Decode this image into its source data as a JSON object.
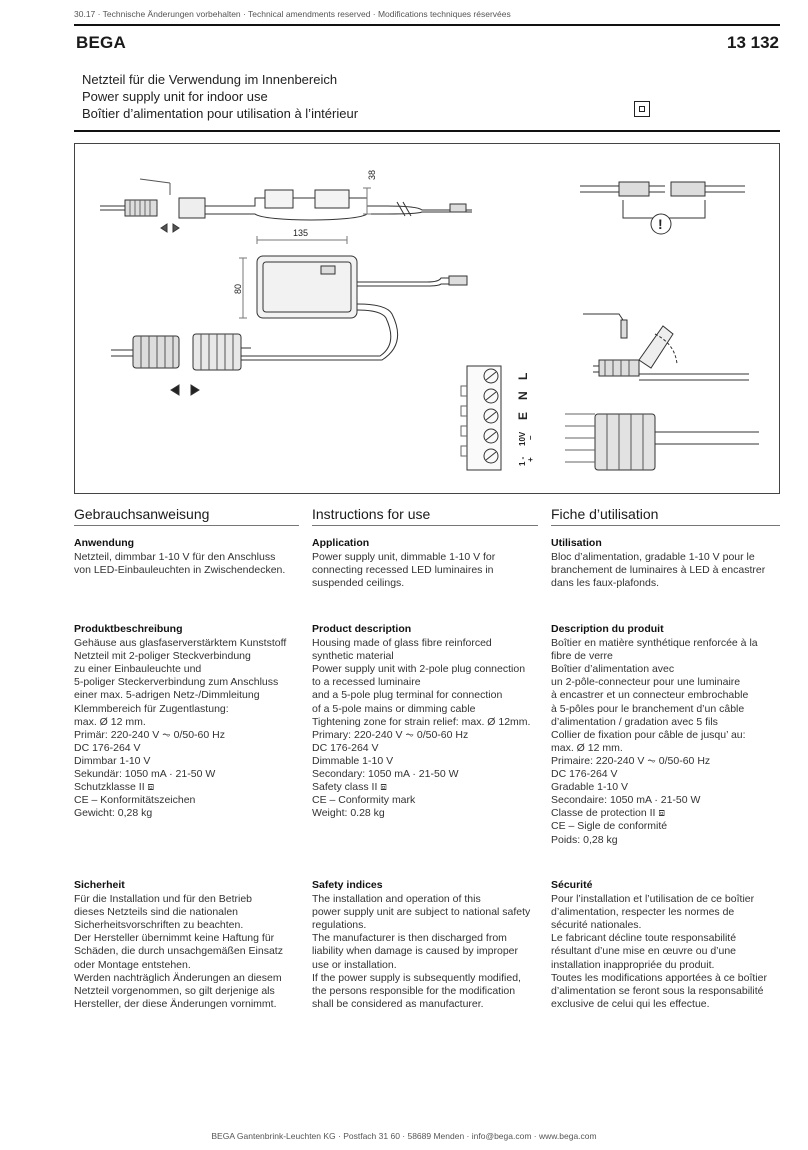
{
  "top_note": "30.17 · Technische Änderungen vorbehalten · Technical amendments reserved · Modifications techniques réservées",
  "header": {
    "brand": "BEGA",
    "article_number": "13 132",
    "titles": [
      "Netzteil für die Verwendung im Innenbereich",
      "Power supply unit for indoor use",
      "Boîtier d’alimentation pour utilisation à l’intérieur"
    ]
  },
  "figure": {
    "dim_height_top": "38",
    "dim_length": "135",
    "dim_width": "80",
    "warning_symbol": "!",
    "terminal_labels": [
      "L",
      "N",
      "E",
      "10V",
      "1 -",
      "–",
      "+"
    ]
  },
  "columns": [
    {
      "heading": "Gebrauchsanweisung",
      "sections": [
        {
          "title": "Anwendung",
          "text": "Netzteil, dimmbar 1-10 V für den Anschluss\nvon LED-Einbauleuchten in Zwischendecken."
        },
        {
          "title": "Produktbeschreibung",
          "text": "Gehäuse aus glasfaserverstärktem Kunststoff\nNetzteil mit 2-poliger Steckverbindung\nzu einer Einbauleuchte und\n5-poliger Steckerverbindung zum Anschluss\neiner max. 5-adrigen Netz-/Dimmleitung\nKlemmbereich für Zugentlastung:\nmax. Ø 12 mm.\nPrimär: 220-240 V ⏦ 0/50-60 Hz\nDC 176-264 V\nDimmbar 1-10 V\nSekundär: 1050 mA · 21-50 W\nSchutzklasse II ⧈\nCE – Konformitätszeichen\nGewicht: 0,28 kg"
        },
        {
          "title": "Sicherheit",
          "text": "Für die Installation und für den Betrieb\ndieses Netzteils sind die nationalen\nSicherheitsvorschriften zu beachten.\nDer Hersteller übernimmt keine Haftung für\nSchäden, die durch unsachgemäßen Einsatz\noder Montage entstehen.\nWerden nachträglich Änderungen an diesem\nNetzteil vorgenommen, so gilt derjenige als\nHersteller, der diese Änderungen vornimmt."
        }
      ]
    },
    {
      "heading": "Instructions for use",
      "sections": [
        {
          "title": "Application",
          "text": "Power supply unit, dimmable 1-10 V for\nconnecting recessed LED luminaires in\nsuspended ceilings."
        },
        {
          "title": "Product description",
          "text": "Housing made of glass fibre reinforced\nsynthetic material\nPower supply unit with 2-pole plug connection\nto a recessed luminaire\nand a 5-pole plug terminal for connection\nof a 5-pole mains or dimming cable\nTightening zone for strain relief: max. Ø 12mm.\nPrimary: 220-240 V ⏦ 0/50-60 Hz\nDC 176-264 V\nDimmable 1-10 V\nSecondary: 1050 mA · 21-50 W\nSafety class II ⧈\nCE – Conformity mark\nWeight: 0.28 kg"
        },
        {
          "title": "Safety indices",
          "text": "The installation and operation of this\npower supply unit are subject to national safety\nregulations.\nThe manufacturer is then discharged from\nliability when damage is caused by improper\nuse or installation.\nIf the power supply is subsequently modified,\nthe persons responsible for the modification\nshall be considered as manufacturer."
        }
      ]
    },
    {
      "heading": "Fiche d’utilisation",
      "sections": [
        {
          "title": "Utilisation",
          "text": "Bloc d’alimentation, gradable 1-10 V pour le\nbranchement de luminaires à LED à encastrer\ndans les faux-plafonds."
        },
        {
          "title": "Description du produit",
          "text": "Boîtier en matière synthétique renforcée à la\nfibre de verre\nBoîtier d’alimentation avec\nun 2-pôle-connecteur pour une luminaire\nà encastrer et un connecteur embrochable\nà 5-pôles pour le branchement d’un câble\nd’alimentation / gradation avec 5 fils\nCollier de fixation pour câble de jusqu’ au:\nmax. Ø 12 mm.\nPrimaire: 220-240 V ⏦ 0/50-60 Hz\nDC 176-264 V\nGradable 1-10 V\nSecondaire: 1050 mA · 21-50 W\nClasse de protection II ⧈\nCE – Sigle de conformité\nPoids: 0,28 kg"
        },
        {
          "title": "Sécurité",
          "text": "Pour l’installation et l’utilisation de ce boîtier\nd’alimentation, respecter les normes de\nsécurité nationales.\nLe fabricant décline toute responsabilité\nrésultant d’une mise en œuvre ou d’une\ninstallation inappropriée du produit.\nToutes les modifications apportées à ce boîtier\nd’alimentation se feront sous la responsabilité\nexclusive de celui qui les effectue."
        }
      ]
    }
  ],
  "footer": "BEGA Gantenbrink-Leuchten KG · Postfach 31 60 · 58689 Menden · info@bega.com · www.bega.com"
}
